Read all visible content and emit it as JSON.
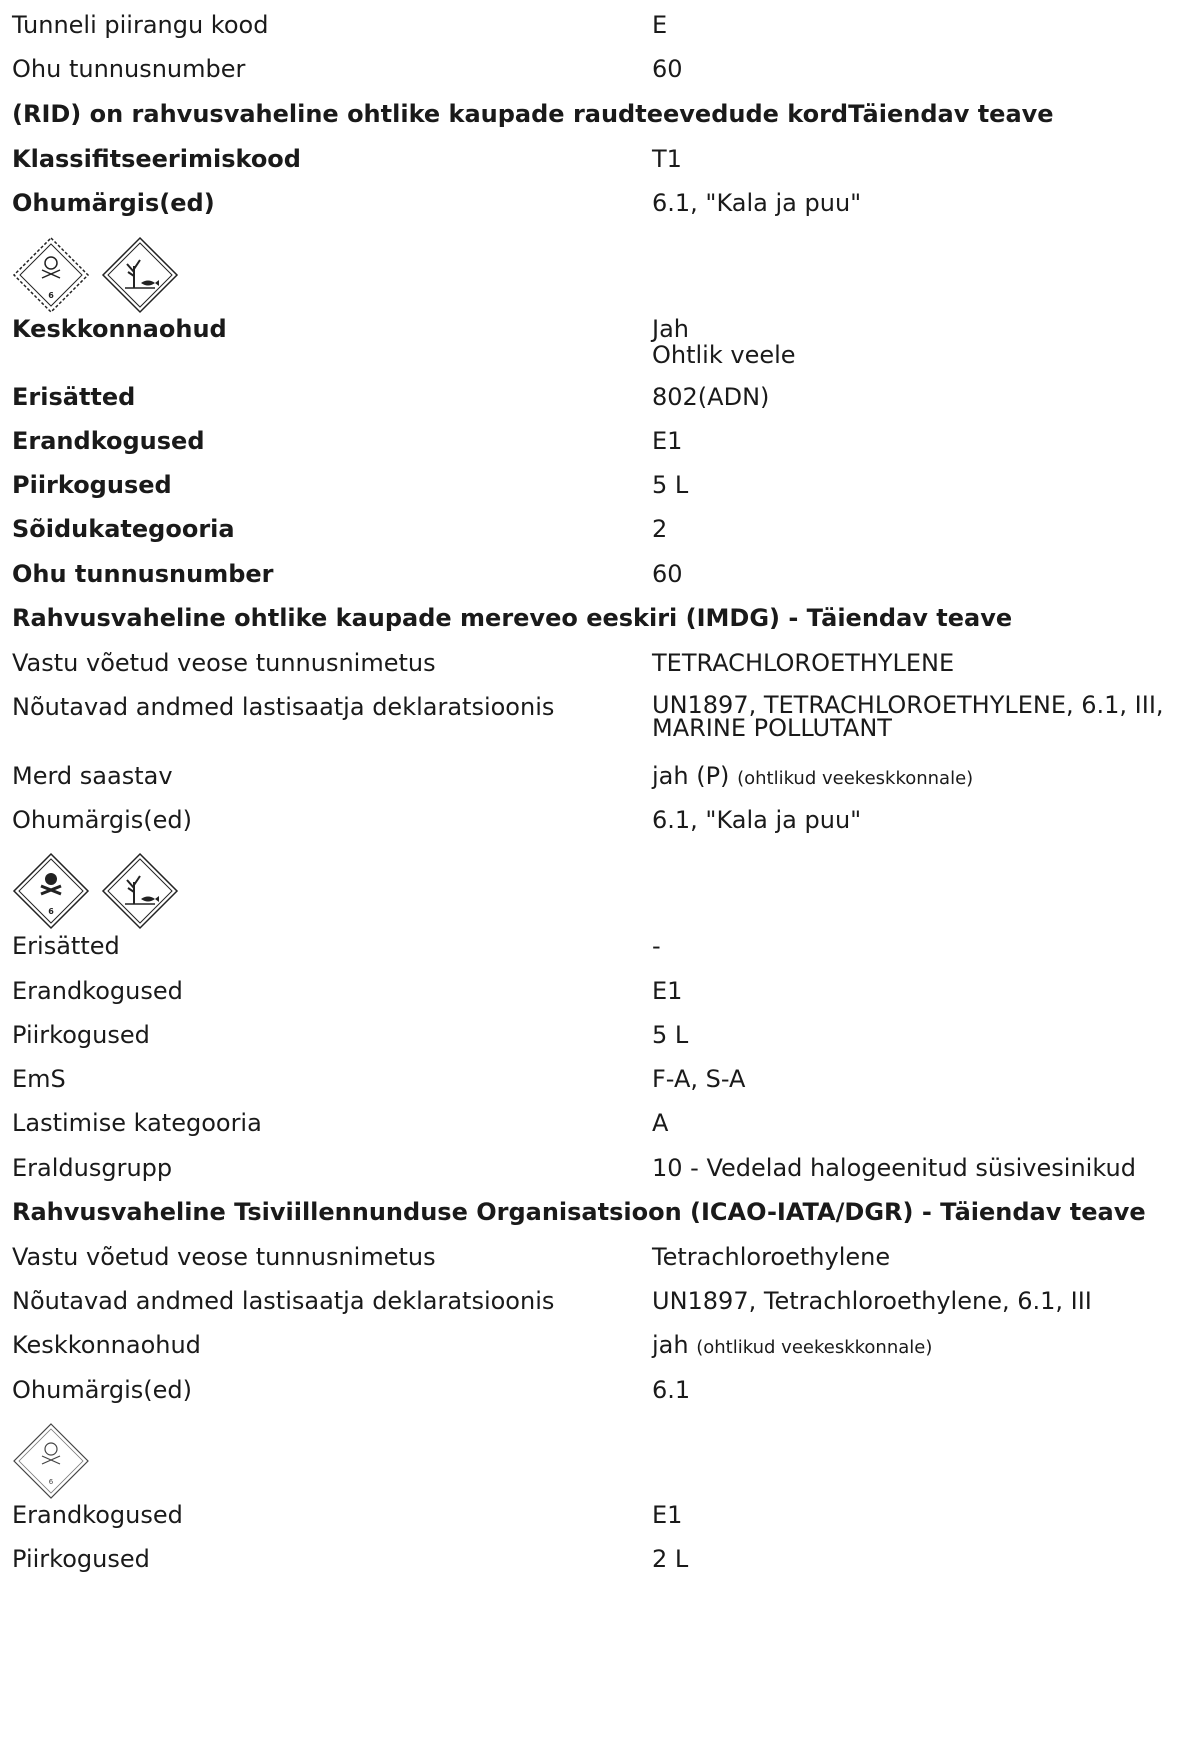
{
  "rows_top": [
    {
      "label": "Tunneli piirangu kood",
      "value": "E"
    },
    {
      "label": "Ohu tunnusnumber",
      "value": "60"
    }
  ],
  "rid": {
    "heading": "(RID) on rahvusvaheline ohtlike kaupade raudteevedude kordTäiendav teave",
    "classification": {
      "label": "Klassifitseerimiskood",
      "value": "T1"
    },
    "labels": {
      "label": "Ohumärgis(ed)",
      "value": "6.1, \"Kala ja puu\""
    },
    "env": {
      "label": "Keskkonnaohud",
      "value_1": "Jah",
      "value_2": "Ohtlik veele"
    },
    "rest": [
      {
        "label": "Erisätted",
        "value": "802(ADN)"
      },
      {
        "label": "Erandkogused",
        "value": "E1"
      },
      {
        "label": "Piirkogused",
        "value": "5 L"
      },
      {
        "label": "Sõidukategooria",
        "value": "2"
      },
      {
        "label": "Ohu tunnusnumber",
        "value": "60"
      }
    ]
  },
  "imdg": {
    "heading": "Rahvusvaheline ohtlike kaupade mereveo eeskiri (IMDG) - Täiendav teave",
    "name": {
      "label": "Vastu võetud veose tunnusnimetus",
      "value": "TETRACHLOROETHYLENE"
    },
    "decl": {
      "label": "Nõutavad andmed lastisaatja deklaratsioonis",
      "value_1": "UN1897, TETRACHLOROETHYLENE, 6.1, III,",
      "value_2": "MARINE POLLUTANT"
    },
    "marine": {
      "label": "Merd saastav",
      "value": "jah (P)",
      "note": "(ohtlikud veekeskkonnale)"
    },
    "labels": {
      "label": "Ohumärgis(ed)",
      "value": "6.1, \"Kala ja puu\""
    },
    "rest": [
      {
        "label": "Erisätted",
        "value": "-"
      },
      {
        "label": "Erandkogused",
        "value": "E1"
      },
      {
        "label": "Piirkogused",
        "value": "5 L"
      },
      {
        "label": "EmS",
        "value": "F-A, S-A"
      },
      {
        "label": "Lastimise kategooria",
        "value": "A"
      },
      {
        "label": "Eraldusgrupp",
        "value": "10 - Vedelad halogeenitud süsivesinikud"
      }
    ]
  },
  "icao": {
    "heading": "Rahvusvaheline Tsiviillennunduse Organisatsioon (ICAO-IATA/DGR) - Täiendav teave",
    "name": {
      "label": "Vastu võetud veose tunnusnimetus",
      "value": "Tetrachloroethylene"
    },
    "decl": {
      "label": "Nõutavad andmed lastisaatja deklaratsioonis",
      "value": "UN1897, Tetrachloroethylene, 6.1, III"
    },
    "env": {
      "label": "Keskkonnaohud",
      "value": "jah",
      "note": "(ohtlikud veekeskkonnale)"
    },
    "labels": {
      "label": "Ohumärgis(ed)",
      "value": "6.1"
    },
    "rest": [
      {
        "label": "Erandkogused",
        "value": "E1"
      },
      {
        "label": "Piirkogused",
        "value": "2 L"
      }
    ]
  },
  "pictograms": {
    "class_number": "6",
    "icons": [
      "toxic-skull-crossbones-icon",
      "environmental-hazard-fish-tree-icon"
    ]
  }
}
